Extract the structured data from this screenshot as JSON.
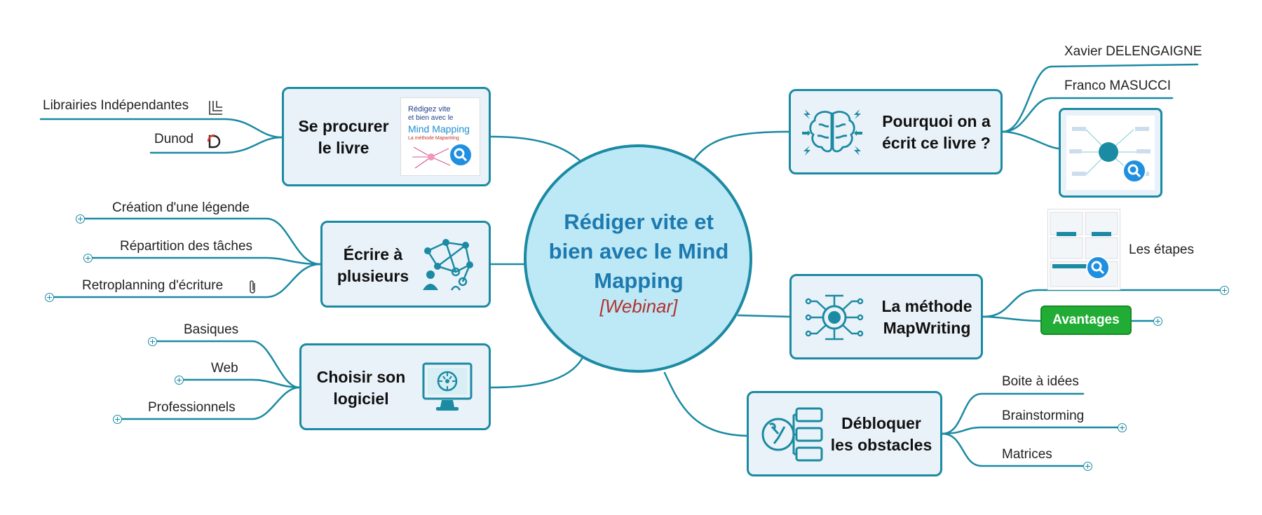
{
  "center": {
    "title": "Rédiger vite et bien avec le Mind Mapping",
    "subtitle": "[Webinar]"
  },
  "colors": {
    "branch": "#1b8aa3",
    "center_fill": "#bde8f5",
    "center_text": "#1d7ab0",
    "subtitle": "#b33030",
    "node_fill": "#eaf2f9",
    "badge": "#21ad35"
  },
  "nodes": {
    "procurer": {
      "title": "Se procurer le livre",
      "icon": "book-cover-thumbnail",
      "cover": {
        "line1": "Rédigez vite",
        "line2": "et bien avec le",
        "line3": "Mind Mapping",
        "line4": "La méthode Mapwriting"
      },
      "leaves": [
        {
          "label": "Librairies Indépendantes",
          "icon": "library-logo-icon"
        },
        {
          "label": "Dunod",
          "icon": "dunod-logo-icon"
        }
      ]
    },
    "ecrire": {
      "title": "Écrire à plusieurs",
      "icon": "collaboration-network-icon",
      "leaves": [
        {
          "label": "Création d'une légende"
        },
        {
          "label": "Répartition des tâches"
        },
        {
          "label": "Retroplanning d'écriture",
          "icon": "paperclip-icon"
        }
      ]
    },
    "logiciel": {
      "title": "Choisir son logiciel",
      "icon": "computer-circuit-icon",
      "leaves": [
        {
          "label": "Basiques"
        },
        {
          "label": "Web"
        },
        {
          "label": "Professionnels"
        }
      ]
    },
    "pourquoi": {
      "title": "Pourquoi on a écrit ce livre ?",
      "icon": "brain-icon",
      "leaves": [
        {
          "label": "Xavier DELENGAIGNE"
        },
        {
          "label": "Franco MASUCCI"
        }
      ],
      "thumbnail": "mindmap-thumbnail"
    },
    "methode": {
      "title": "La méthode MapWriting",
      "icon": "circuit-node-icon",
      "leaves": [
        {
          "label": "Les étapes",
          "thumbnail": "steps-thumbnail"
        },
        {
          "label": "Avantages",
          "badge": true
        }
      ]
    },
    "debloquer": {
      "title": "Débloquer les obstacles",
      "icon": "tools-flowchart-icon",
      "leaves": [
        {
          "label": "Boite à idées"
        },
        {
          "label": "Brainstorming"
        },
        {
          "label": "Matrices"
        }
      ]
    }
  }
}
